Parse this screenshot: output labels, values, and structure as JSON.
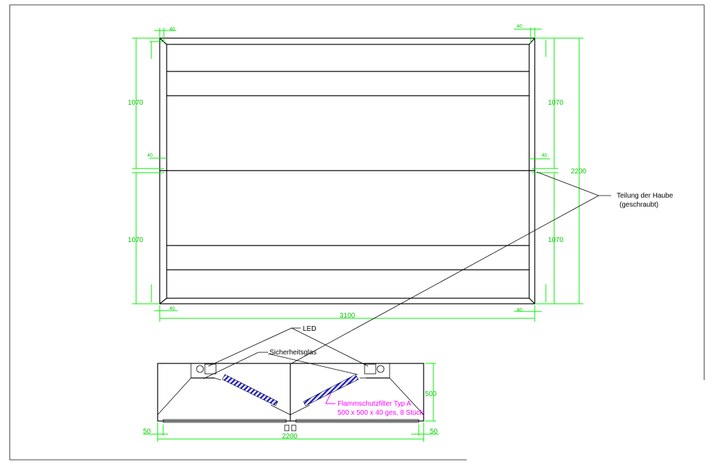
{
  "colors": {
    "dimension": "#00ee00",
    "filter_label": "#ff00ff",
    "filter_hatch": "#2222cc",
    "lines": "#000000"
  },
  "plan_view": {
    "dim_left_upper": "1070",
    "dim_left_lower": "1070",
    "dim_right_upper": "1070",
    "dim_right_lower": "1070",
    "dim_height": "2200",
    "dim_width": "3100",
    "dim_small": "40",
    "annotation_line1": "Teilung der Haube",
    "annotation_line2": "(geschraubt)"
  },
  "section_view": {
    "label_led": "LED",
    "label_glass": "Sicherheitsglas",
    "filter_line1": "Flammschutzfilter Typ A",
    "filter_line2": "500 x 500 x 40 ges, 8 Stück",
    "dim_height": "500",
    "dim_width": "2200",
    "dim_left_offset": "50",
    "dim_right_offset": "50"
  }
}
